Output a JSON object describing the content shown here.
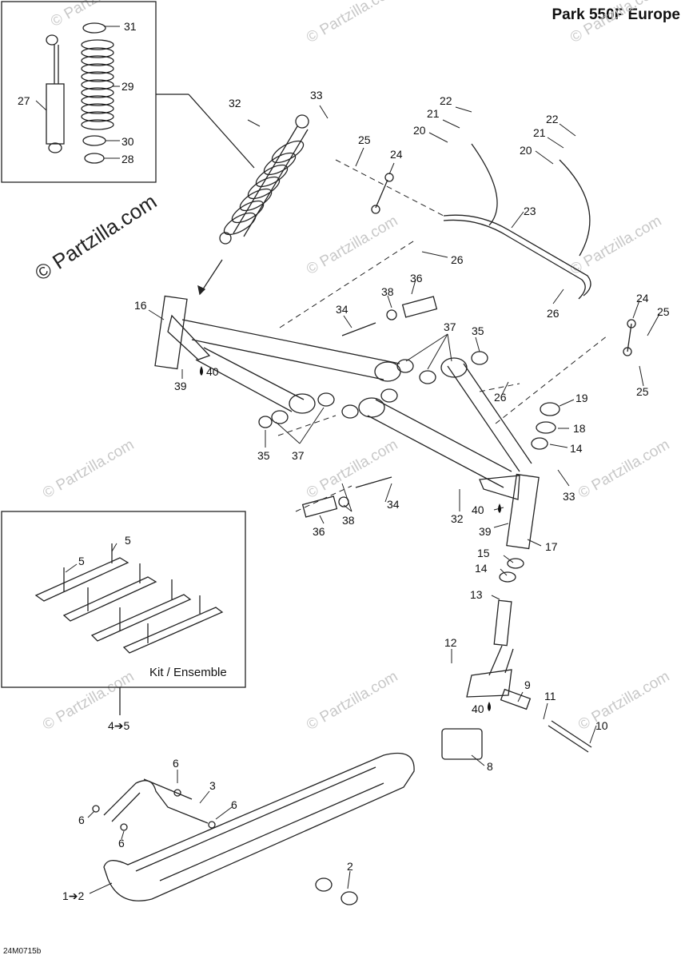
{
  "title": "Park 550F Europe",
  "diagram_code": "24M0715b",
  "kit_label": "Kit / Ensemble",
  "watermark_main": "© Partzilla.com",
  "watermark_faint": "© Partzilla.com",
  "callouts": [
    "31",
    "29",
    "27",
    "30",
    "28",
    "32",
    "33",
    "25",
    "24",
    "22",
    "21",
    "20",
    "22",
    "21",
    "20",
    "23",
    "26",
    "26",
    "16",
    "34",
    "38",
    "36",
    "37",
    "35",
    "39",
    "40",
    "26",
    "19",
    "18",
    "14",
    "33",
    "32",
    "40",
    "39",
    "17",
    "35",
    "37",
    "36",
    "38",
    "34",
    "15",
    "14",
    "13",
    "12",
    "9",
    "11",
    "10",
    "40",
    "8",
    "5",
    "5",
    "4➔5",
    "6",
    "3",
    "6",
    "6",
    "6",
    "1➔2",
    "2",
    "24",
    "25",
    "25"
  ]
}
